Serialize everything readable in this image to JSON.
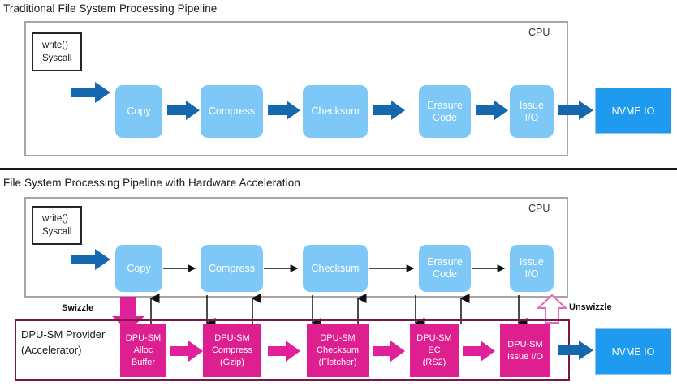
{
  "sections": [
    {
      "id": "traditional",
      "title": "Traditional File System Processing Pipeline",
      "cpu_label": "CPU",
      "syscall": {
        "line1": "write()",
        "line2": "Syscall"
      },
      "stages": [
        {
          "line1": "Copy",
          "line2": ""
        },
        {
          "line1": "Compress",
          "line2": ""
        },
        {
          "line1": "Checksum",
          "line2": ""
        },
        {
          "line1": "Erasure",
          "line2": "Code"
        },
        {
          "line1": "Issue",
          "line2": "I/O"
        }
      ],
      "nvme_label": "NVME IO"
    },
    {
      "id": "accelerated",
      "title": "File System Processing Pipeline with Hardware Acceleration",
      "cpu_label": "CPU",
      "syscall": {
        "line1": "write()",
        "line2": "Syscall"
      },
      "stages": [
        {
          "line1": "Copy",
          "line2": ""
        },
        {
          "line1": "Compress",
          "line2": ""
        },
        {
          "line1": "Checksum",
          "line2": ""
        },
        {
          "line1": "Erasure",
          "line2": "Code"
        },
        {
          "line1": "Issue",
          "line2": "I/O"
        }
      ],
      "nvme_label": "NVME IO"
    }
  ],
  "accelerator": {
    "frame_label_line1": "DPU-SM Provider",
    "frame_label_line2": "(Accelerator)",
    "swizzle_label": "Swizzle",
    "unswizzle_label": "Unswizzle",
    "blocks": [
      {
        "line1": "DPU-SM",
        "line2": "Alloc",
        "line3": "Buffer"
      },
      {
        "line1": "DPU-SM",
        "line2": "Compress",
        "line3": "(Gzip)"
      },
      {
        "line1": "DPU-SM",
        "line2": "Checksum",
        "line3": "(Fletcher)"
      },
      {
        "line1": "DPU-SM",
        "line2": "EC",
        "line3": "(RS2)"
      },
      {
        "line1": "DPU-SM",
        "line2": "Issue I/O",
        "line3": ""
      }
    ]
  },
  "colors": {
    "stage_blue": "#7EC8F7",
    "nvme_blue": "#1E9BEF",
    "arrow_blue": "#1567AE",
    "dpu_magenta": "#DD1F8F",
    "dpu_frame": "#7B1645",
    "cpu_frame": "#A6A6A6",
    "divider": "#1A1A1A"
  }
}
